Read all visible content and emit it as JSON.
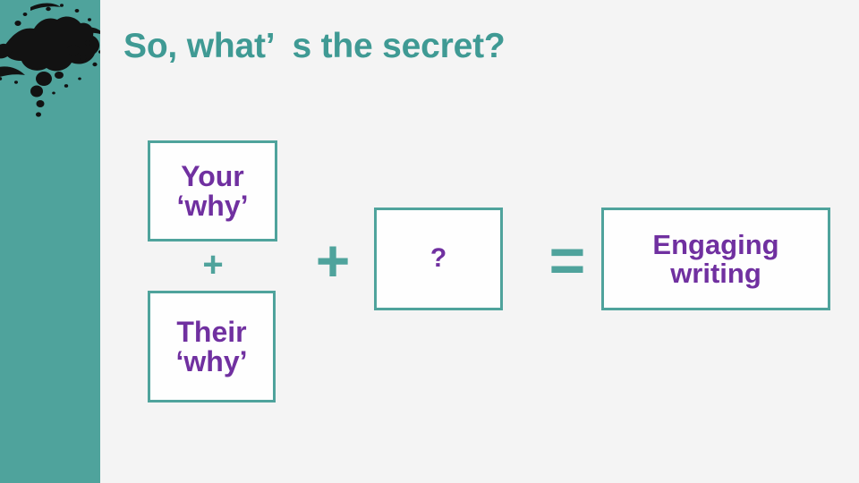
{
  "slide": {
    "title": "So, what’  s the secret?",
    "background_color": "#F4F4F4"
  },
  "theme": {
    "teal": "#4FA39C",
    "title_teal": "#3F9A94",
    "purple": "#7030A0",
    "box_fill": "#FEFEFE",
    "splatter": "#111111"
  },
  "sidebar": {
    "color": "#4FA39C",
    "graphic_name": "ink-splatter-graphic"
  },
  "equation": {
    "boxes": [
      {
        "id": "your-why",
        "text": "Your\n‘why’"
      },
      {
        "id": "their-why",
        "text": "Their\n‘why’"
      },
      {
        "id": "question",
        "text": "?"
      },
      {
        "id": "engaging-writing",
        "text": "Engaging\nwriting"
      }
    ],
    "operators": [
      {
        "id": "plus-small",
        "symbol": "+"
      },
      {
        "id": "plus-large",
        "symbol": "+"
      },
      {
        "id": "equals",
        "symbol": "="
      }
    ]
  }
}
